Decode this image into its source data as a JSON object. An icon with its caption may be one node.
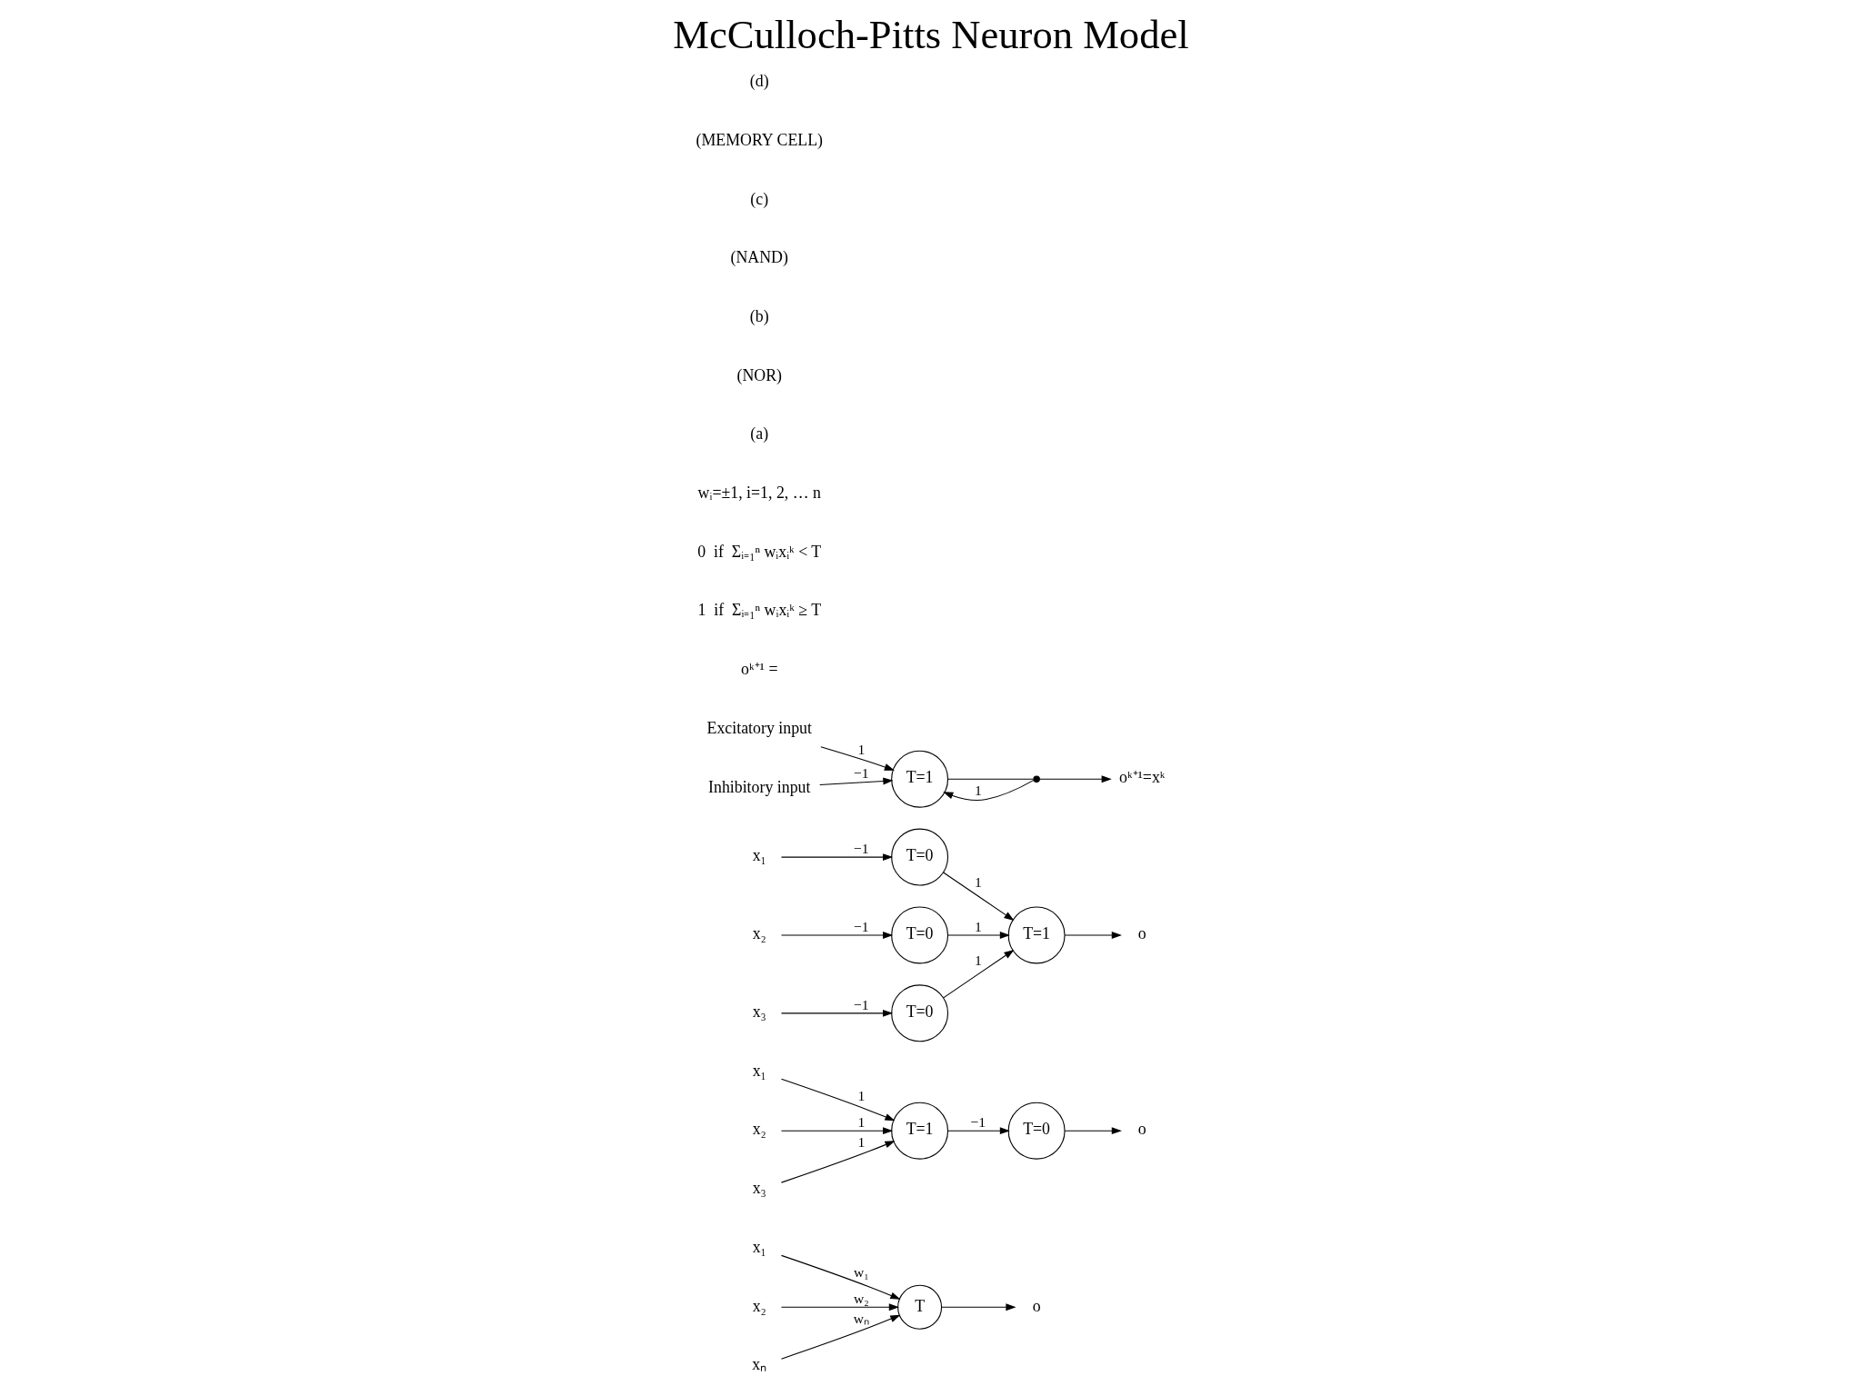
{
  "diagram": {
    "title": "McCulloch-Pitts Neuron Model",
    "nodes": [
      {
        "text": [
          "x₁"
        ]
      },
      {
        "text": [
          "x₂"
        ]
      },
      {
        "text": [
          "xₙ"
        ]
      },
      {
        "text": [
          "T"
        ]
      },
      {
        "text": [
          "o"
        ]
      },
      {
        "text": [
          "x₁"
        ]
      },
      {
        "text": [
          "x₂"
        ]
      },
      {
        "text": [
          "x₃"
        ]
      },
      {
        "text": [
          "T=1"
        ]
      },
      {
        "text": [
          "T=0"
        ]
      },
      {
        "text": [
          "o"
        ]
      },
      {
        "text": [
          "x₁"
        ]
      },
      {
        "text": [
          "x₂"
        ]
      },
      {
        "text": [
          "x₃"
        ]
      },
      {
        "text": [
          "T=0"
        ]
      },
      {
        "text": [
          "T=0"
        ]
      },
      {
        "text": [
          "T=0"
        ]
      },
      {
        "text": [
          "T=1"
        ]
      },
      {
        "text": [
          "o"
        ]
      },
      {
        "text": [
          "Excitatory input"
        ]
      },
      {
        "text": [
          "Inhibitory input"
        ]
      },
      {
        "text": [
          "T=1"
        ]
      },
      {
        "text": [],
        "shape": "dot"
      },
      {
        "text": [
          "oᵏ⁺¹=xᵏ"
        ]
      }
    ],
    "edges": [
      {
        "from": 0,
        "to": 3,
        "arrow": "to",
        "label": "w₁"
      },
      {
        "from": 1,
        "to": 3,
        "arrow": "to",
        "label": "w₂"
      },
      {
        "from": 2,
        "to": 3,
        "arrow": "to",
        "label": "wₙ"
      },
      {
        "from": 3,
        "to": 4,
        "arrow": "to"
      },
      {
        "from": 5,
        "to": 8,
        "arrow": "to",
        "label": "1"
      },
      {
        "from": 6,
        "to": 8,
        "arrow": "to",
        "label": "1"
      },
      {
        "from": 7,
        "to": 8,
        "arrow": "to",
        "label": "1"
      },
      {
        "from": 8,
        "to": 9,
        "arrow": "to",
        "label": "−1"
      },
      {
        "from": 9,
        "to": 10,
        "arrow": "to"
      },
      {
        "from": 11,
        "to": 14,
        "arrow": "to",
        "label": "−1"
      },
      {
        "from": 12,
        "to": 15,
        "arrow": "to",
        "label": "−1"
      },
      {
        "from": 13,
        "to": 16,
        "arrow": "to",
        "label": "−1"
      },
      {
        "from": 14,
        "to": 17,
        "arrow": "to",
        "label": "1"
      },
      {
        "from": 15,
        "to": 17,
        "arrow": "to",
        "label": "1"
      },
      {
        "from": 16,
        "to": 17,
        "arrow": "to",
        "label": "1"
      },
      {
        "from": 17,
        "to": 18,
        "arrow": "to"
      },
      {
        "from": 19,
        "to": 21,
        "arrow": "to",
        "label": "1"
      },
      {
        "from": 20,
        "to": 21,
        "arrow": "to",
        "label": "−1"
      },
      {
        "from": 21,
        "to": 22,
        "arrow": "none"
      },
      {
        "from": 22,
        "to": 23,
        "arrow": "to"
      },
      {
        "from": 22,
        "to": 21,
        "arrow": "to",
        "label": "1"
      }
    ],
    "labels": [
      "oᵏ⁺¹ =",
      "1  if  Σᵢ₌₁ⁿ wᵢxᵢᵏ ≥ T",
      "0  if  Σᵢ₌₁ⁿ wᵢxᵢᵏ < T",
      "wᵢ=±1, i=1, 2, … n",
      "(a)",
      "(NOR)",
      "(b)",
      "(NAND)",
      "(c)",
      "(MEMORY CELL)",
      "(d)"
    ]
  }
}
